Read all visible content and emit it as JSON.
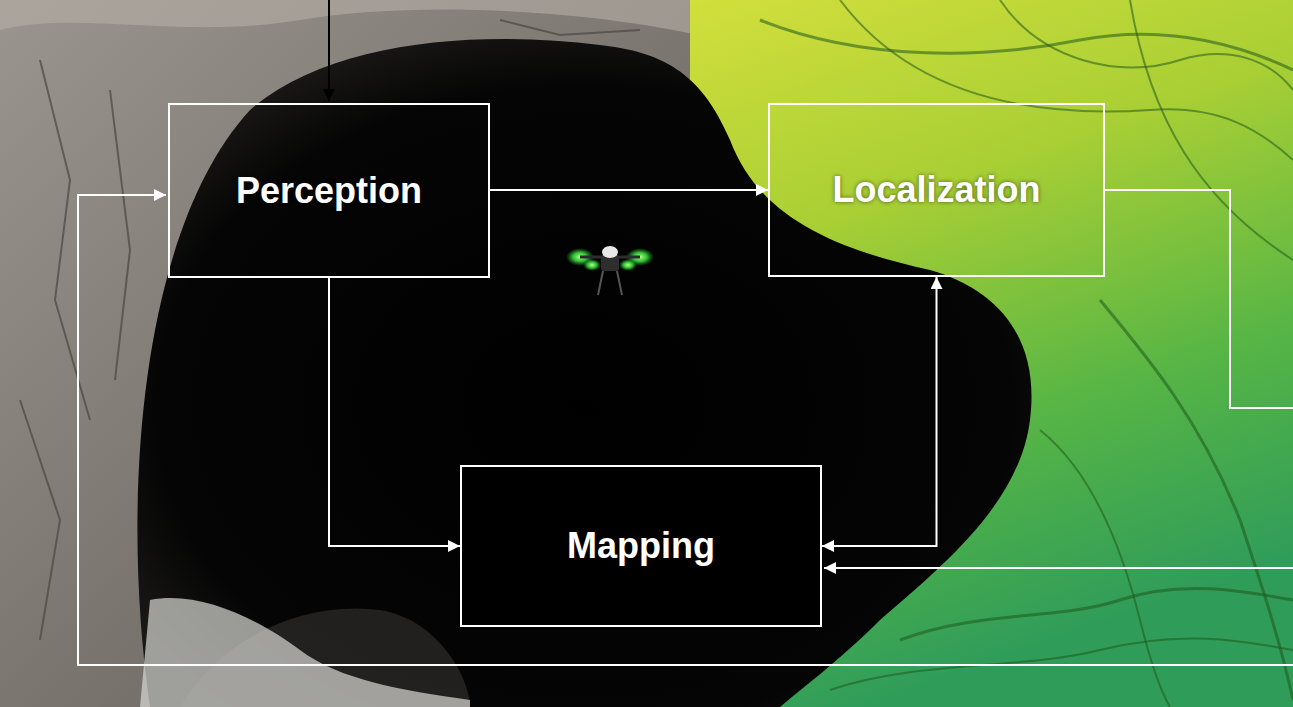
{
  "diagram": {
    "nodes": [
      {
        "text": [
          "Perception"
        ]
      },
      {
        "text": [
          "Localization"
        ]
      },
      {
        "text": [
          "Mapping"
        ]
      }
    ],
    "edges": [
      {
        "from": 0,
        "to": 1,
        "arrow": "to"
      },
      {
        "from": 0,
        "to": 2,
        "arrow": "to"
      },
      {
        "from": 1,
        "to": 2,
        "arrow": "both"
      }
    ]
  }
}
